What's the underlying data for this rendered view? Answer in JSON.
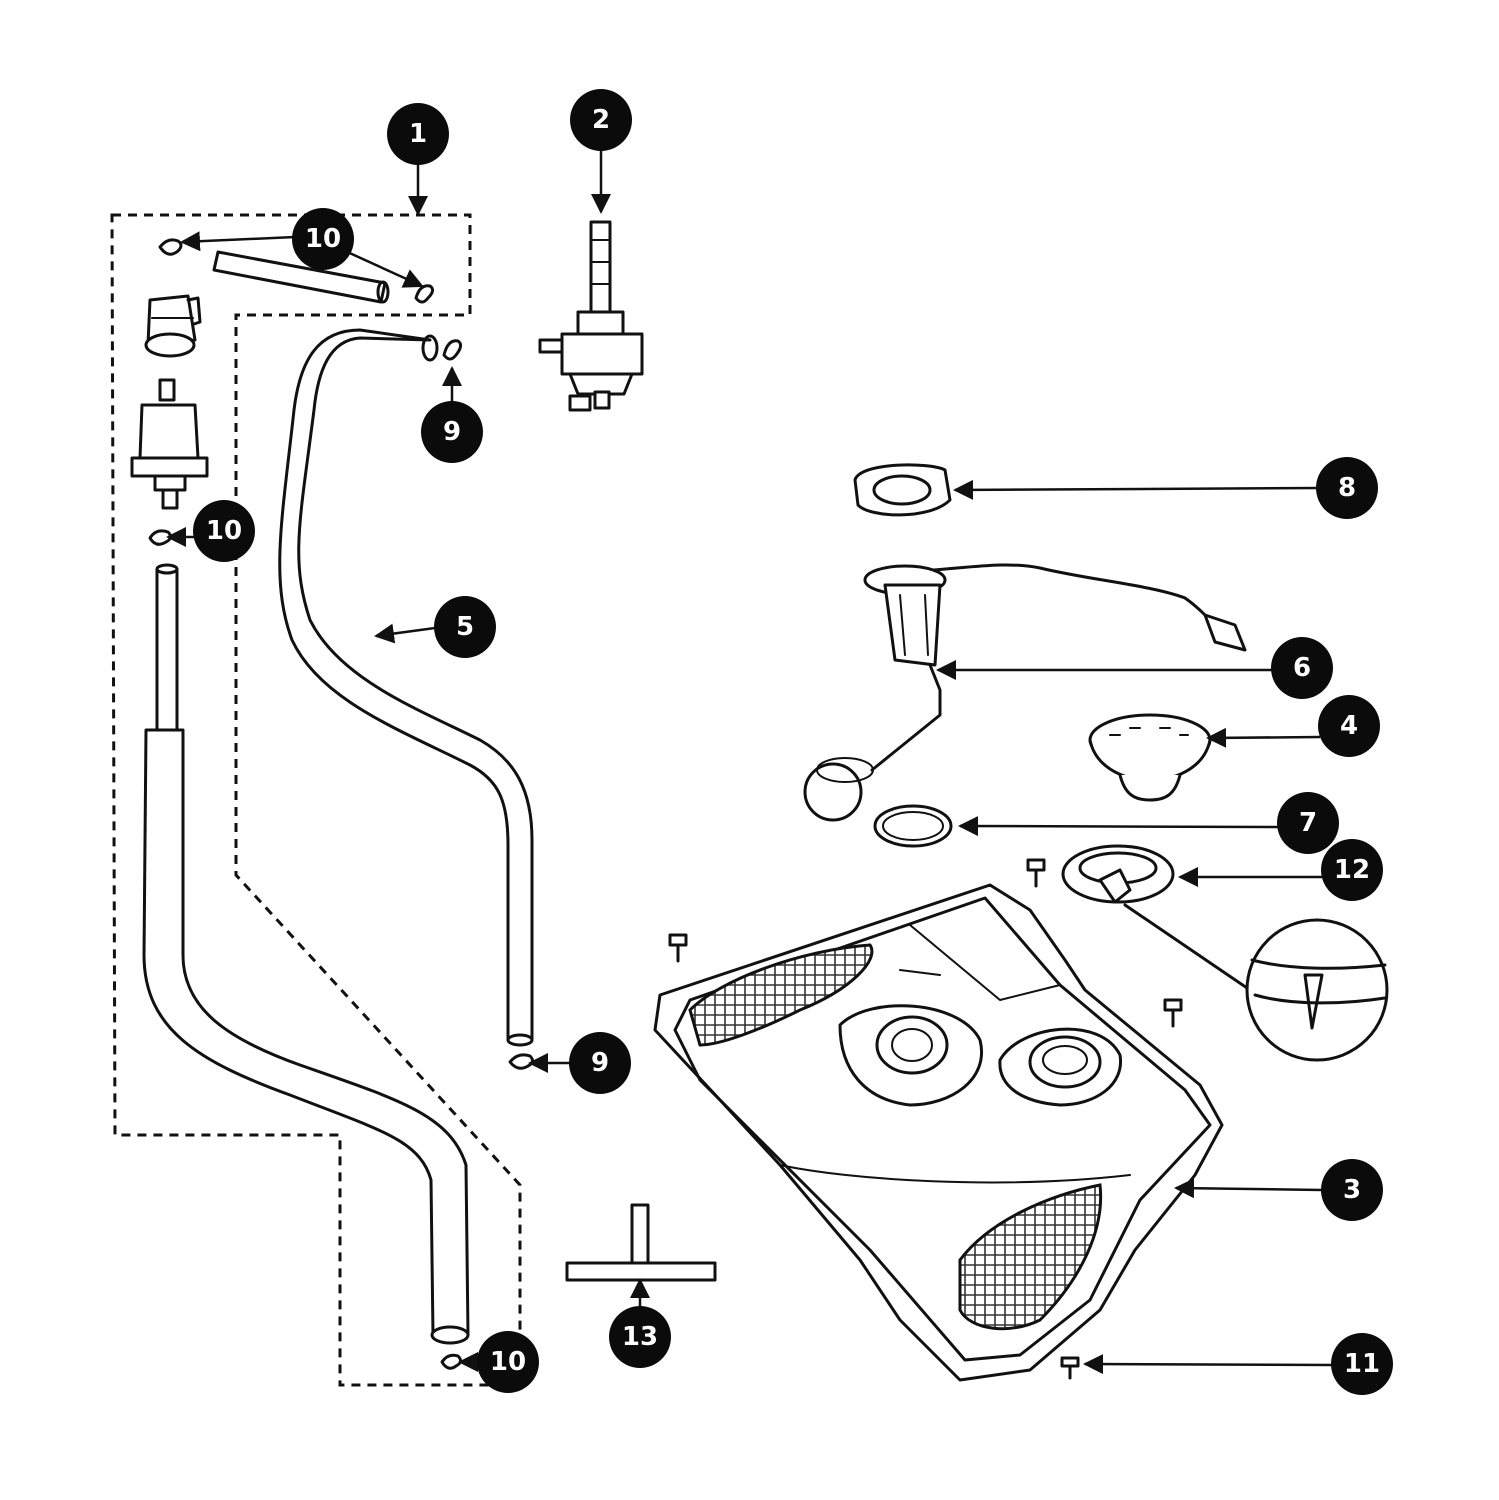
{
  "callouts": [
    {
      "id": "c1",
      "label": "1",
      "part": "fuel filter kit (dashed group)"
    },
    {
      "id": "c2",
      "label": "2",
      "part": "fuel valve"
    },
    {
      "id": "c3",
      "label": "3",
      "part": "fuel tank"
    },
    {
      "id": "c4",
      "label": "4",
      "part": "fuel cap"
    },
    {
      "id": "c5",
      "label": "5",
      "part": "fuel hose"
    },
    {
      "id": "c6",
      "label": "6",
      "part": "fuel level sender"
    },
    {
      "id": "c7",
      "label": "7",
      "part": "gasket"
    },
    {
      "id": "c8",
      "label": "8",
      "part": "retaining ring"
    },
    {
      "id": "c9a",
      "label": "9",
      "part": "hose clamp"
    },
    {
      "id": "c9b",
      "label": "9",
      "part": "hose clamp"
    },
    {
      "id": "c10a",
      "label": "10",
      "part": "clamp"
    },
    {
      "id": "c10b",
      "label": "10",
      "part": "clamp"
    },
    {
      "id": "c10c",
      "label": "10",
      "part": "clamp"
    },
    {
      "id": "c11",
      "label": "11",
      "part": "bolt"
    },
    {
      "id": "c12",
      "label": "12",
      "part": "filler neck seal"
    },
    {
      "id": "c13",
      "label": "13",
      "part": "tee fitting"
    }
  ],
  "colors": {
    "ink": "#111111",
    "badge": "#0b0b0b",
    "background": "#ffffff"
  }
}
